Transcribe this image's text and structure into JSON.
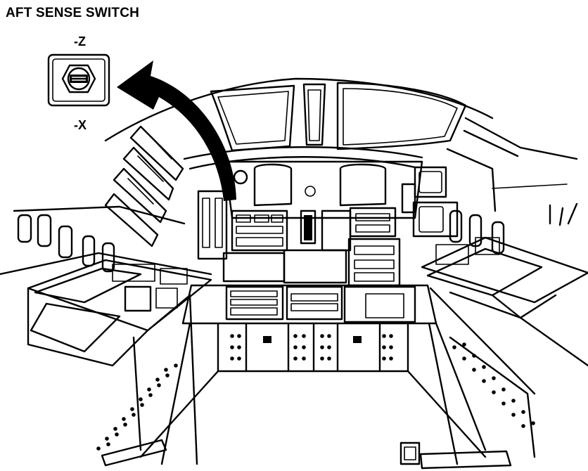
{
  "figure": {
    "title": "AFT SENSE SWITCH",
    "switch_labels": {
      "top": "-Z",
      "bottom": "-X"
    }
  },
  "icons": [
    "toggle-switch-icon",
    "pointer-arrow-icon"
  ],
  "colors": {
    "ink": "#000000",
    "paper": "#ffffff"
  }
}
